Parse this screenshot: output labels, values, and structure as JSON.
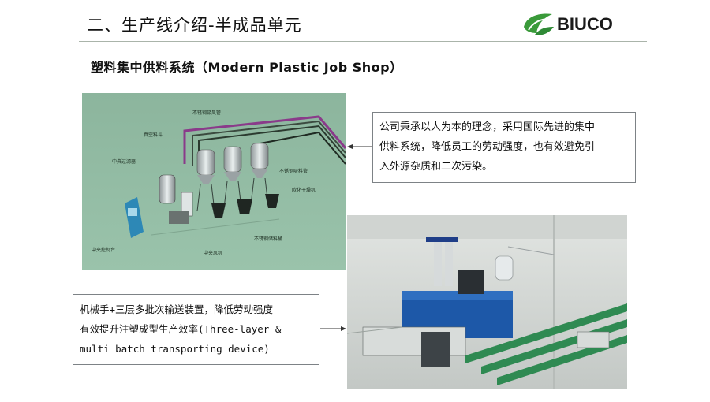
{
  "header": {
    "title": "二、生产线介绍-半成品单元",
    "logo_text": "BIUCO",
    "brand_green": "#3a9a3a"
  },
  "section": {
    "subtitle": "塑料集中供料系统（Modern Plastic Job Shop）"
  },
  "diagram_labels": {
    "pipe_top": "不锈钢吸风管",
    "vacuum_hopper": "真空料斗",
    "pipe_material": "不锈钢吸料管",
    "central_filter": "中央过滤器",
    "dryer": "欧化干燥机",
    "storage": "不锈钢储料桶",
    "central_fan": "中央风机",
    "control_panel": "中央控制台"
  },
  "callouts": {
    "system": {
      "lines": [
        "公司秉承以人为本的理念，采用国际先进的集中",
        "供料系统，降低员工的劳动强度，也有效避免引",
        "入外源杂质和二次污染。"
      ]
    },
    "robot": {
      "lines": [
        "机械手+三层多批次输送装置，降低劳动强度",
        "有效提升注塑成型生产效率(Three-layer &",
        "multi batch transporting device)"
      ]
    }
  }
}
